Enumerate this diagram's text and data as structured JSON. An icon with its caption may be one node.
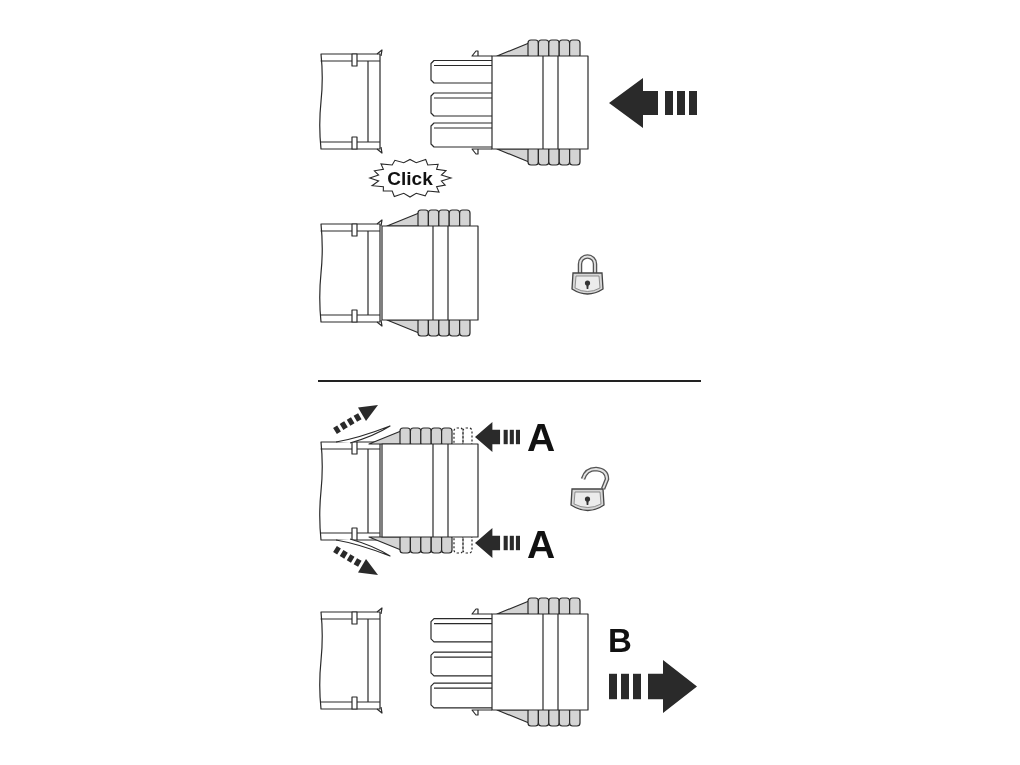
{
  "diagram": {
    "nodes": [
      {
        "text": [
          "Click"
        ]
      }
    ],
    "labels": [
      "A",
      "A",
      "B"
    ]
  }
}
